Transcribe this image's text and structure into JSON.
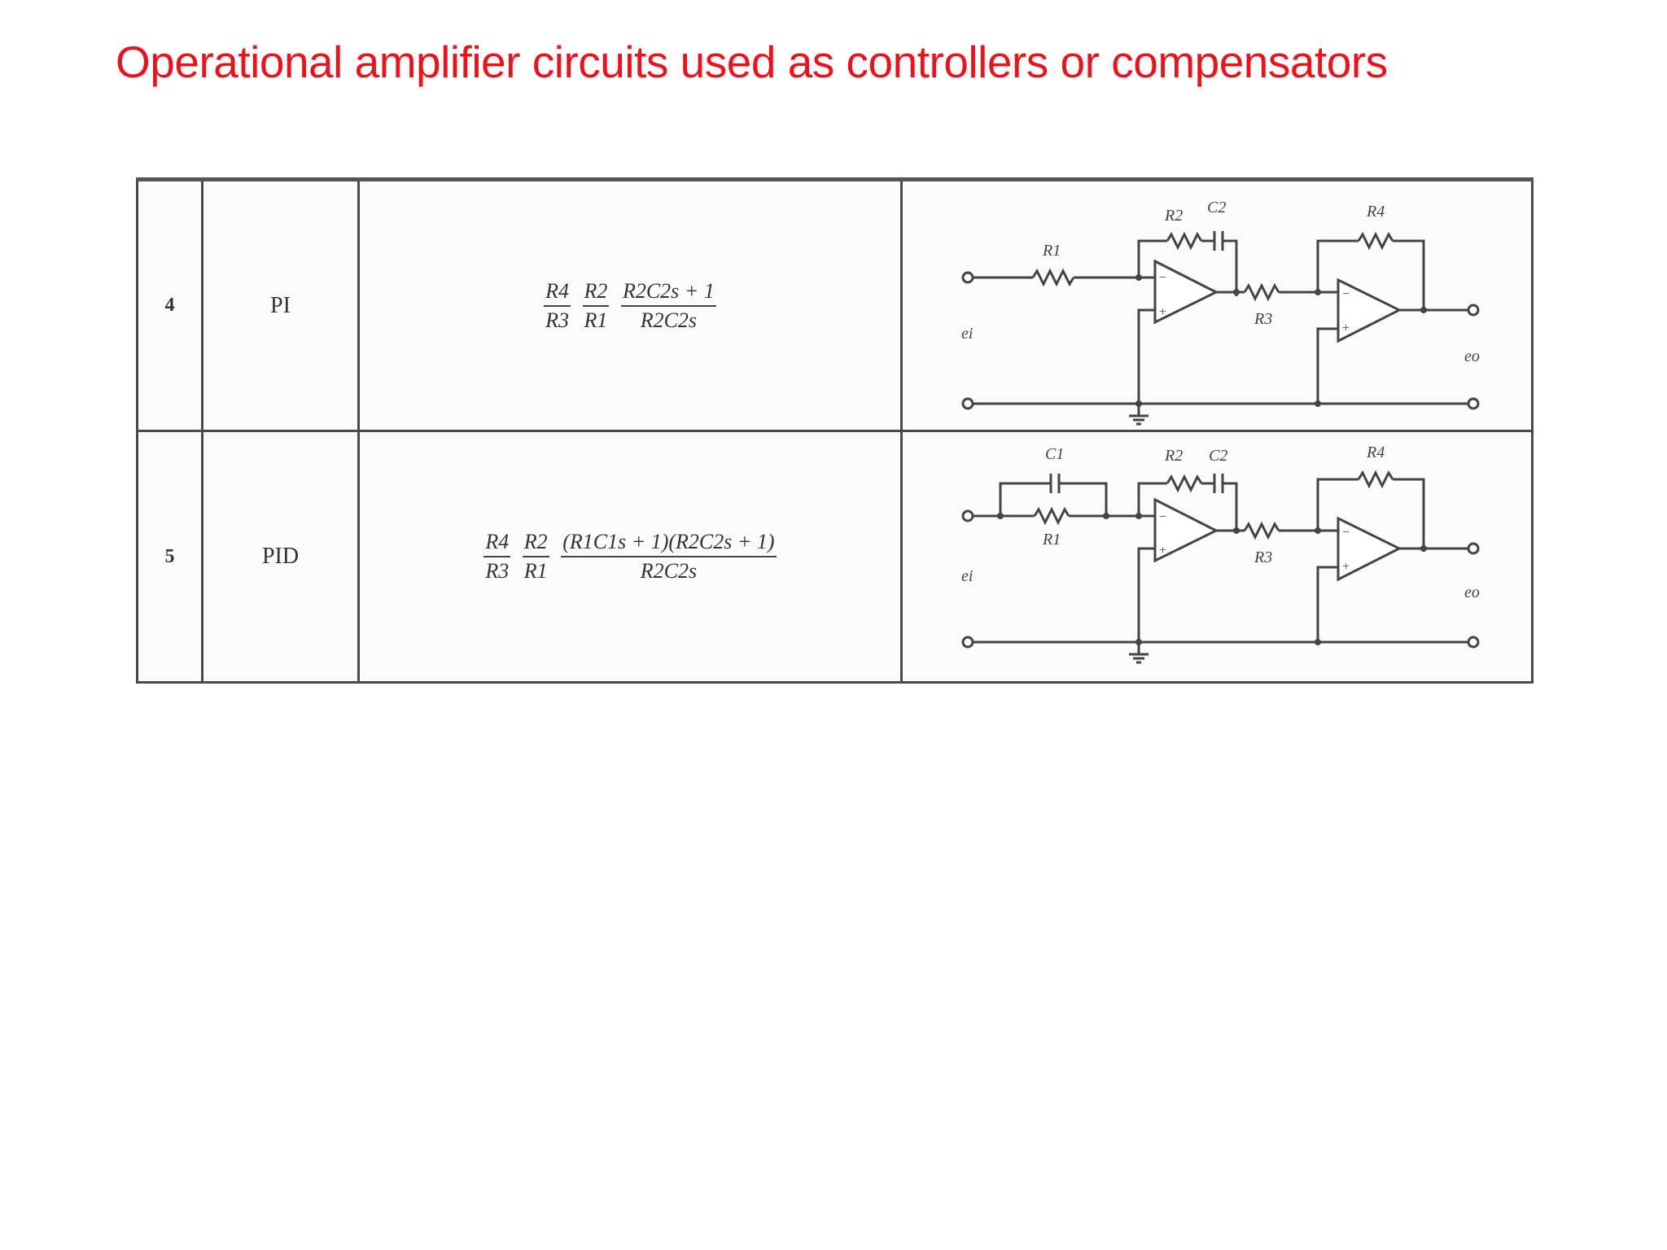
{
  "title": "Operational amplifier circuits used as controllers or  compensators",
  "rows": [
    {
      "number": "4",
      "name": "PI",
      "tf": {
        "g1n": "R4",
        "g1d": "R3",
        "g2n": "R2",
        "g2d": "R1",
        "n": "R2C2s + 1",
        "d": "R2C2s"
      },
      "circuit": {
        "labels": {
          "r1": "R1",
          "r2": "R2",
          "c2": "C2",
          "r3": "R3",
          "r4": "R4",
          "ei": "ei",
          "eo": "eo",
          "minus": "−",
          "plus": "+"
        }
      }
    },
    {
      "number": "5",
      "name": "PID",
      "tf": {
        "g1n": "R4",
        "g1d": "R3",
        "g2n": "R2",
        "g2d": "R1",
        "n": "(R1C1s + 1)(R2C2s + 1)",
        "d": "R2C2s"
      },
      "circuit": {
        "labels": {
          "c1": "C1",
          "r1": "R1",
          "r2": "R2",
          "c2": "C2",
          "r3": "R3",
          "r4": "R4",
          "ei": "ei",
          "eo": "eo",
          "minus": "−",
          "plus": "+"
        }
      }
    }
  ]
}
